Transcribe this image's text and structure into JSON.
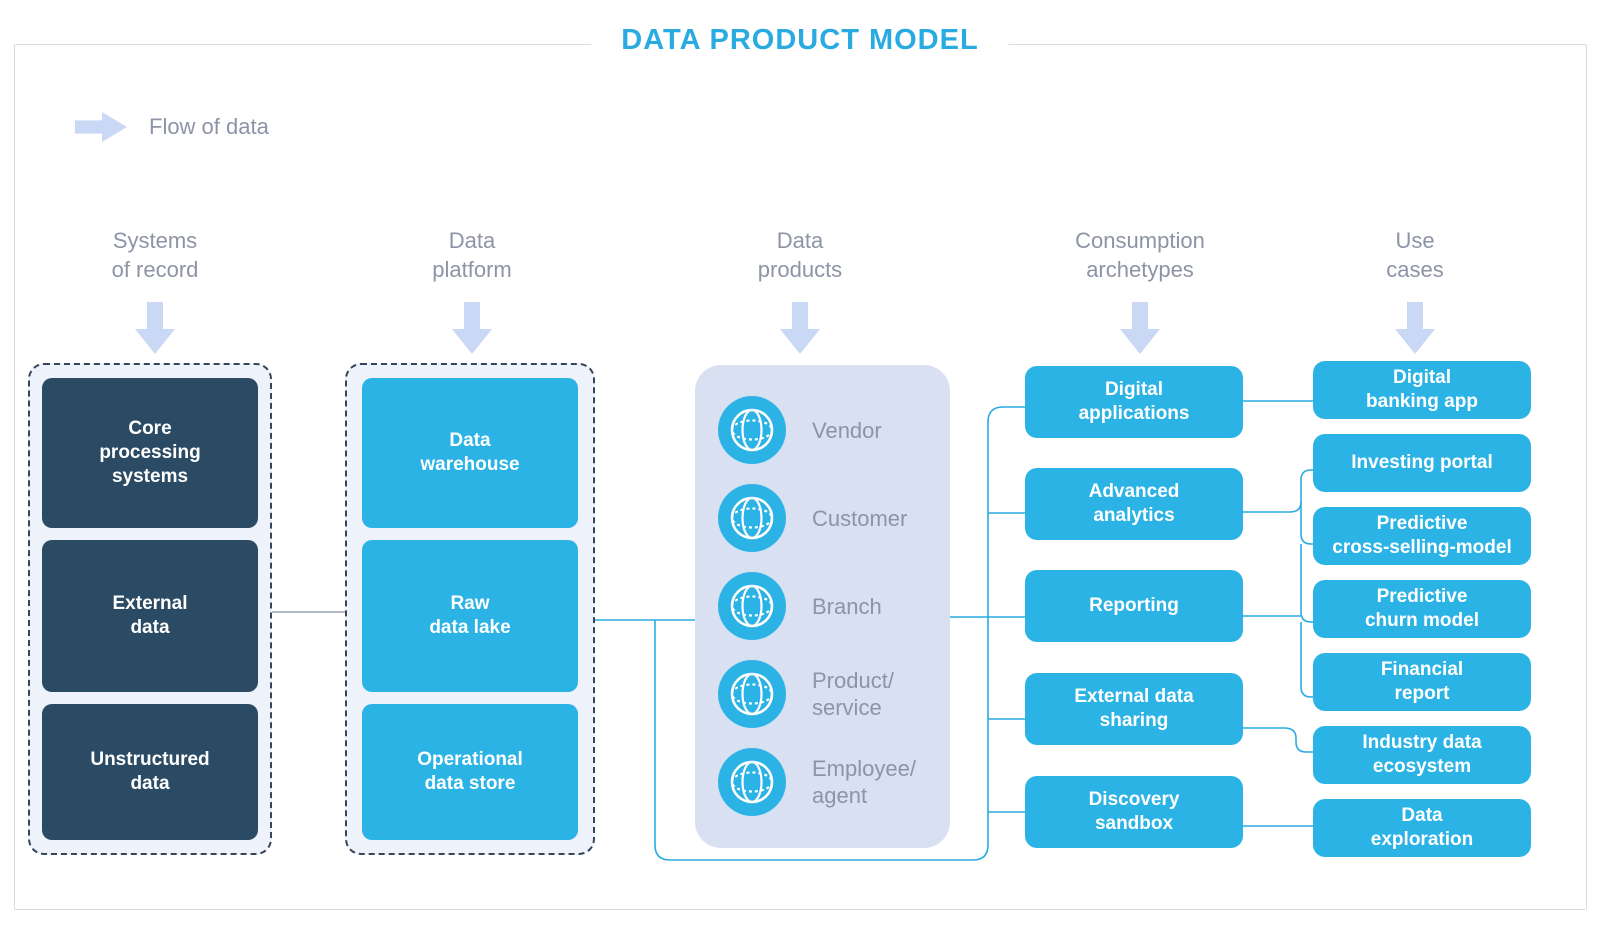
{
  "title": "DATA PRODUCT MODEL",
  "legend": {
    "label": "Flow of data"
  },
  "colors": {
    "accent": "#29ABE2",
    "box-cyan": "#2BB3E5",
    "box-navy": "#2B4A63",
    "panel-lavender": "#D9E0F2",
    "group-bg": "#EEF2FA",
    "arrow-blue": "#C9D8F4",
    "text-gray": "#8E93A6",
    "line-gray": "#9AA2B5",
    "frame-border": "#D8DCE2",
    "dash-border": "#37455C"
  },
  "columns": [
    {
      "header": [
        "Systems",
        "of record"
      ],
      "items": [
        {
          "label": [
            "Core",
            "processing",
            "systems"
          ]
        },
        {
          "label": [
            "External",
            "data"
          ]
        },
        {
          "label": [
            "Unstructured",
            "data"
          ]
        }
      ]
    },
    {
      "header": [
        "Data",
        "platform"
      ],
      "items": [
        {
          "label": [
            "Data",
            "warehouse"
          ]
        },
        {
          "label": [
            "Raw",
            "data lake"
          ]
        },
        {
          "label": [
            "Operational",
            "data store"
          ]
        }
      ]
    },
    {
      "header": [
        "Data",
        "products"
      ],
      "items": [
        {
          "icon": "globe-icon",
          "label": [
            "Vendor"
          ]
        },
        {
          "icon": "globe-icon",
          "label": [
            "Customer"
          ]
        },
        {
          "icon": "globe-icon",
          "label": [
            "Branch"
          ]
        },
        {
          "icon": "globe-icon",
          "label": [
            "Product/",
            "service"
          ]
        },
        {
          "icon": "globe-icon",
          "label": [
            "Employee/",
            "agent"
          ]
        }
      ]
    },
    {
      "header": [
        "Consumption",
        "archetypes"
      ],
      "items": [
        {
          "label": [
            "Digital",
            "applications"
          ]
        },
        {
          "label": [
            "Advanced",
            "analytics"
          ]
        },
        {
          "label": [
            "Reporting"
          ]
        },
        {
          "label": [
            "External data",
            "sharing"
          ]
        },
        {
          "label": [
            "Discovery",
            "sandbox"
          ]
        }
      ]
    },
    {
      "header": [
        "Use",
        "cases"
      ],
      "items": [
        {
          "label": [
            "Digital",
            "banking app"
          ]
        },
        {
          "label": [
            "Investing portal"
          ]
        },
        {
          "label": [
            "Predictive",
            "cross-selling-model"
          ]
        },
        {
          "label": [
            "Predictive",
            "churn model"
          ]
        },
        {
          "label": [
            "Financial",
            "report"
          ]
        },
        {
          "label": [
            "Industry data",
            "ecosystem"
          ]
        },
        {
          "label": [
            "Data",
            "exploration"
          ]
        }
      ]
    }
  ]
}
